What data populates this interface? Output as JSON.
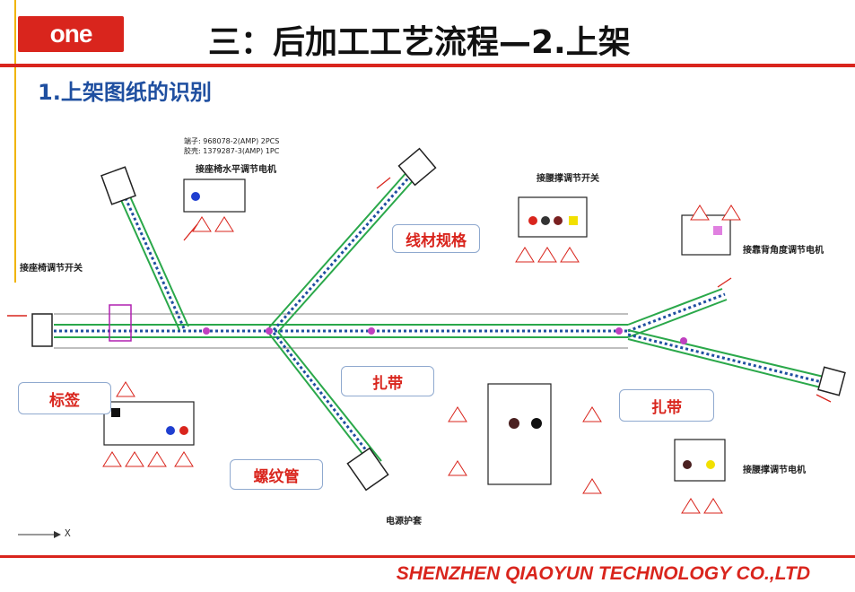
{
  "header": {
    "logo_text": "one",
    "title": "三：后加工工艺流程—2.上架"
  },
  "section": {
    "subtitle": "1.上架图纸的识别"
  },
  "callouts": {
    "wire_spec": "线材规格",
    "label_tag": "标签",
    "tie_1": "扎带",
    "tie_2": "扎带",
    "corrugated_tube": "螺纹管"
  },
  "drawing_labels": {
    "seat_switch": "接座椅调节开关",
    "seat_motor": "接座椅水平调节电机",
    "tilt_switch": "接腰撑调节开关",
    "back_motor": "接靠背角度调节电机",
    "lumbar_motor": "接腰撑调节电机",
    "cable_sheath": "电源护套",
    "axis_x": "X"
  },
  "footer": {
    "company": "SHENZHEN QIAOYUN TECHNOLOGY CO.,LTD"
  },
  "colors": {
    "brand_red": "#d9251d",
    "accent_blue": "#1f4fa0",
    "harness_green": "#2aa84a"
  }
}
